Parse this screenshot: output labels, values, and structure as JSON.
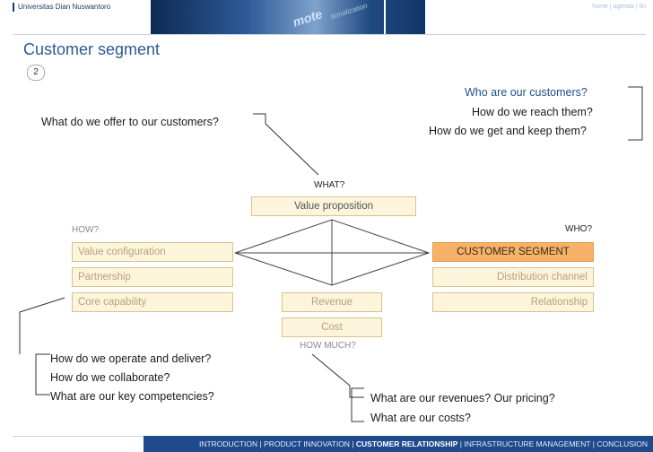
{
  "header": {
    "university": "Universitas Dian Nuswantoro",
    "banner_text_1": "mote",
    "banner_text_2": "tionalization",
    "nav": [
      "home",
      "agenda",
      "fin"
    ]
  },
  "page": {
    "title": "Customer segment",
    "number": "2"
  },
  "questions": {
    "who": "Who are our customers?",
    "reach": "How do we reach them?",
    "keep": "How do we get and keep them?",
    "offer": "What do we offer to our customers?",
    "operate": "How do we operate and deliver?",
    "collaborate": "How do we collaborate?",
    "competencies": "What are our key competencies?",
    "revenues": "What are our revenues? Our pricing?",
    "costs": "What are our costs?"
  },
  "labels": {
    "what": "WHAT?",
    "how": "HOW?",
    "who": "WHO?",
    "how_much": "HOW MUCH?"
  },
  "boxes": {
    "value_proposition": "Value proposition",
    "value_configuration": "Value configuration",
    "partnership": "Partnership",
    "core_capability": "Core capability",
    "revenue": "Revenue",
    "cost": "Cost",
    "customer_segment": "CUSTOMER SEGMENT",
    "distribution_channel": "Distribution channel",
    "relationship": "Relationship"
  },
  "footer": {
    "intro": "INTRODUCTION",
    "product": "PRODUCT INNOVATION",
    "customer": "CUSTOMER RELATIONSHIP",
    "infra": "INFRASTRUCTURE MANAGEMENT",
    "conclusion": "CONCLUSION",
    "sep": " | "
  },
  "colors": {
    "title": "#2a5a96",
    "box_fill": "#fdf4dc",
    "box_border": "#d9c38a",
    "segment_fill": "#f7b26a",
    "footer_bg": "#1f4a8c"
  }
}
